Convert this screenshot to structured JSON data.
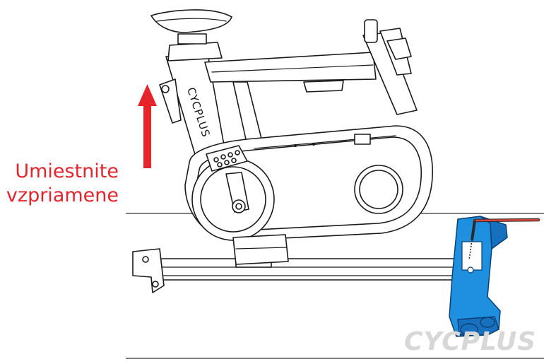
{
  "instruction": {
    "line1": "Umiestnite",
    "line2": "vzpriamene"
  },
  "frame_brand": "CYCPLUS",
  "watermark": "CYCPLUS",
  "colors": {
    "arrow": "#e8242b",
    "instruction_text": "#e8242b",
    "highlight_part": "#1f8fe0",
    "hex_key": "#d9453b",
    "line_art": "#1a1a1a",
    "watermark": "#d7d7d7"
  },
  "icons": [
    "up-arrow-icon",
    "hex-key-icon"
  ]
}
